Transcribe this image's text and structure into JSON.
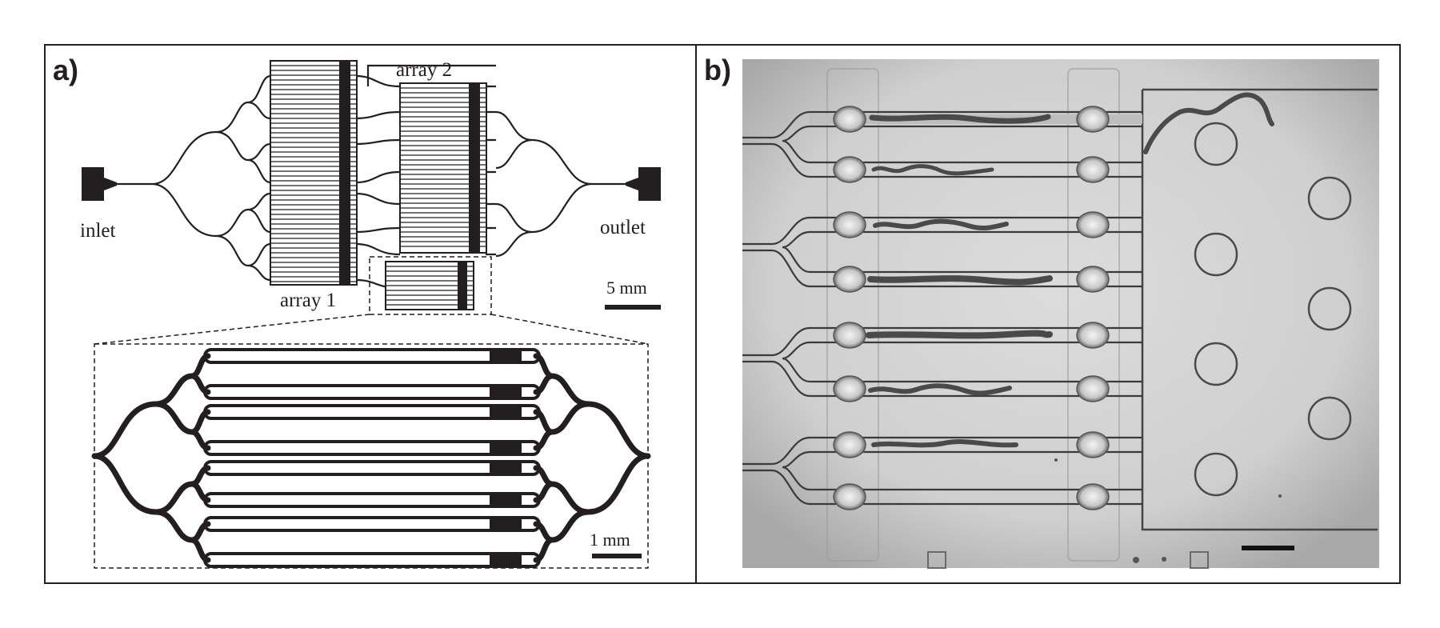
{
  "panels": [
    {
      "letter": "a)",
      "labels": {
        "inlet": "inlet",
        "outlet": "outlet",
        "array1": "array 1",
        "array2": "array 2",
        "scale_top": "5 mm",
        "scale_zoom": "1 mm"
      }
    },
    {
      "letter": "b)",
      "content": "micrograph"
    }
  ],
  "colors": {
    "ink": "#231f20",
    "micrograph_bg": "#d2d2d2",
    "worm": "#4a4a4a"
  }
}
